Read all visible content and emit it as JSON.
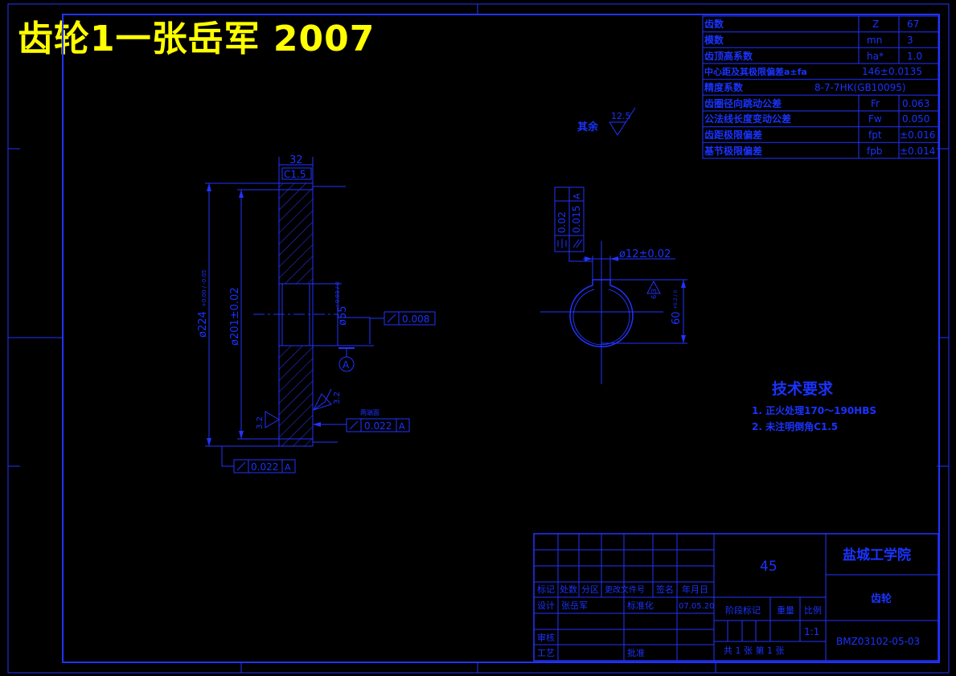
{
  "banner": {
    "title": "齿轮1一张岳军 2007"
  },
  "param_table": [
    {
      "name": "齿数",
      "symbol": "Z",
      "value": "67"
    },
    {
      "name": "模数",
      "symbol": "mn",
      "value": "3"
    },
    {
      "name": "齿顶高系数",
      "symbol": "ha*",
      "value": "1.0"
    },
    {
      "name": "中心距及其极限偏差a±fa",
      "symbol": "",
      "value": "146±0.0135"
    },
    {
      "name": "精度系数",
      "symbol": "",
      "value": "8-7-7HK(GB10095)"
    },
    {
      "name": "齿圈径向跳动公差",
      "symbol": "Fr",
      "value": "0.063"
    },
    {
      "name": "公法线长度变动公差",
      "symbol": "Fw",
      "value": "0.050"
    },
    {
      "name": "齿距极限偏差",
      "symbol": "fpt",
      "value": "±0.016"
    },
    {
      "name": "基节极限偏差",
      "symbol": "fpb",
      "value": "±0.014"
    }
  ],
  "surface": {
    "rest_label": "其余",
    "rest_value": "12.5",
    "face_value": "3.2",
    "bore_value": "3.2",
    "key_value": "6.3"
  },
  "section_view": {
    "width_dim": "32",
    "chamfer": "C1.5",
    "dia_outer": "ø224",
    "dia_outer_tol": "+0.00 / -0.05",
    "dia_pitch": "ø201±0.02",
    "dia_bore": "ø55",
    "dia_bore_tol": "+0.03 / 0",
    "datum": "A",
    "tol_runout_hub": "0.008",
    "tol_runout_face": "0.022",
    "tol_runout_outer": "0.022",
    "face_note": "两端面"
  },
  "hub_view": {
    "tol_sym": "0.02",
    "tol_par": "0.015",
    "datum": "A",
    "keyway_width": "ø12±0.02",
    "keyway_depth": "60",
    "keyway_depth_tol": "+0.2 / 0"
  },
  "tech_req": {
    "title": "技术要求",
    "items": [
      "1. 正火处理170～190HBS",
      "2. 未注明倒角C1.5"
    ]
  },
  "title_block": {
    "material": "45",
    "school": "盐城工学院",
    "part_name": "齿轮",
    "drawing_no": "BMZ03102-05-03",
    "headers": [
      "标记",
      "处数",
      "分区",
      "更改文件号",
      "签名",
      "年月日"
    ],
    "designer_label": "设计",
    "designer": "张岳军",
    "std_label": "标准化",
    "date": "07.05.20",
    "stage_label": "阶段标记",
    "weight_label": "重量",
    "scale_label": "比例",
    "scale": "1:1",
    "review_label": "审核",
    "process_label": "工艺",
    "approve_label": "批准",
    "sheet_text": "共 1 张  第 1 张"
  }
}
